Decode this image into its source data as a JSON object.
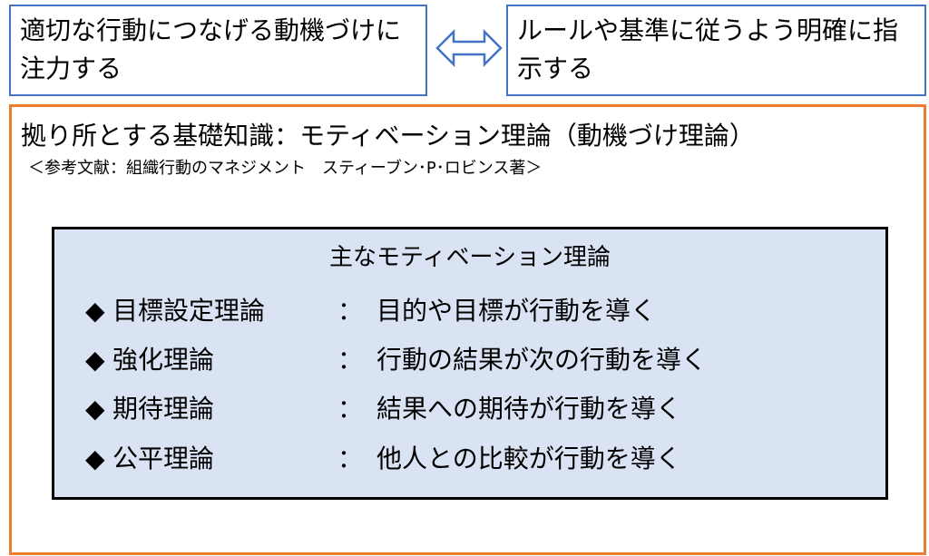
{
  "top_left": {
    "text": "適切な行動につなげる動機づけに注力する"
  },
  "top_right": {
    "text": "ルールや基準に従うよう明確に指示する"
  },
  "arrow_icon": "double-arrow-icon",
  "colors": {
    "blue": "#4472C4",
    "orange": "#ED7D31",
    "panel": "#DAE3F3"
  },
  "main": {
    "title": "拠り所とする基礎知識：モティベーション理論（動機づけ理論）",
    "reference": "＜参考文献：組織行動のマネジメント　スティーブン･P･ロビンス著＞",
    "panel": {
      "heading": "主なモティベーション理論",
      "bullet": "◆",
      "separator": "：",
      "items": [
        {
          "name": "目標設定理論",
          "desc": "目的や目標が行動を導く"
        },
        {
          "name": "強化理論",
          "desc": "行動の結果が次の行動を導く"
        },
        {
          "name": "期待理論",
          "desc": "結果への期待が行動を導く"
        },
        {
          "name": "公平理論",
          "desc": "他人との比較が行動を導く"
        }
      ]
    }
  }
}
